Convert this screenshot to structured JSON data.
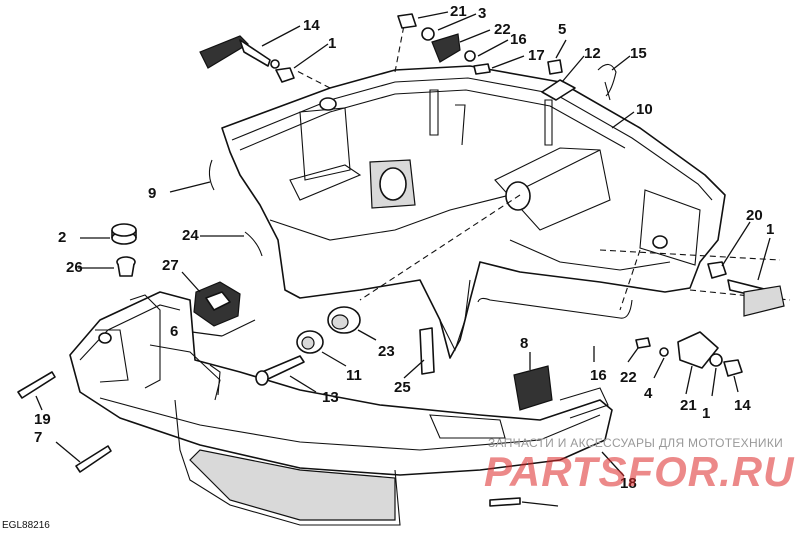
{
  "callouts": [
    "14",
    "1",
    "21",
    "3",
    "22",
    "16",
    "17",
    "5",
    "12",
    "15",
    "10",
    "9",
    "24",
    "2",
    "26",
    "27",
    "6",
    "23",
    "11",
    "13",
    "25",
    "8",
    "16",
    "22",
    "4",
    "21",
    "1",
    "14",
    "1",
    "20",
    "19",
    "7",
    "18"
  ],
  "watermark": {
    "top_text": "ЗАПЧАСТИ И АКСЕССУАРЫ ДЛЯ МОТОТЕХНИКИ",
    "logo_text": "PARTSFOR.RU"
  },
  "figure_code": "EGL88216"
}
